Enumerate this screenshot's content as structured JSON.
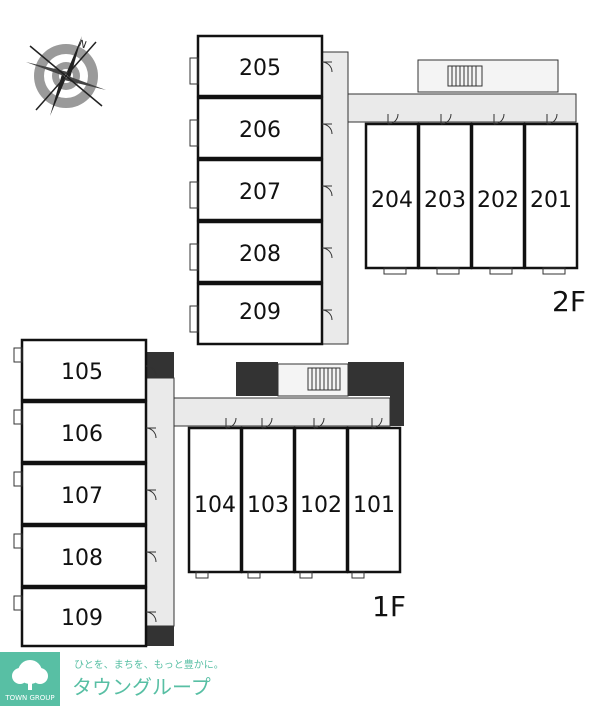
{
  "compass": {
    "icon": "compass-rose-icon",
    "north_label": "N"
  },
  "floors": {
    "second": {
      "label": "2F",
      "west_units": [
        "205",
        "206",
        "207",
        "208",
        "209"
      ],
      "east_units": [
        "204",
        "203",
        "202",
        "201"
      ]
    },
    "first": {
      "label": "1F",
      "west_units": [
        "105",
        "106",
        "107",
        "108",
        "109"
      ],
      "east_units": [
        "104",
        "103",
        "102",
        "101"
      ]
    }
  },
  "brand": {
    "slogan": "ひとを、まちを、もっと豊かに。",
    "name": "タウングループ",
    "small_label": "TOWN GROUP",
    "color": "#58bfa4"
  }
}
